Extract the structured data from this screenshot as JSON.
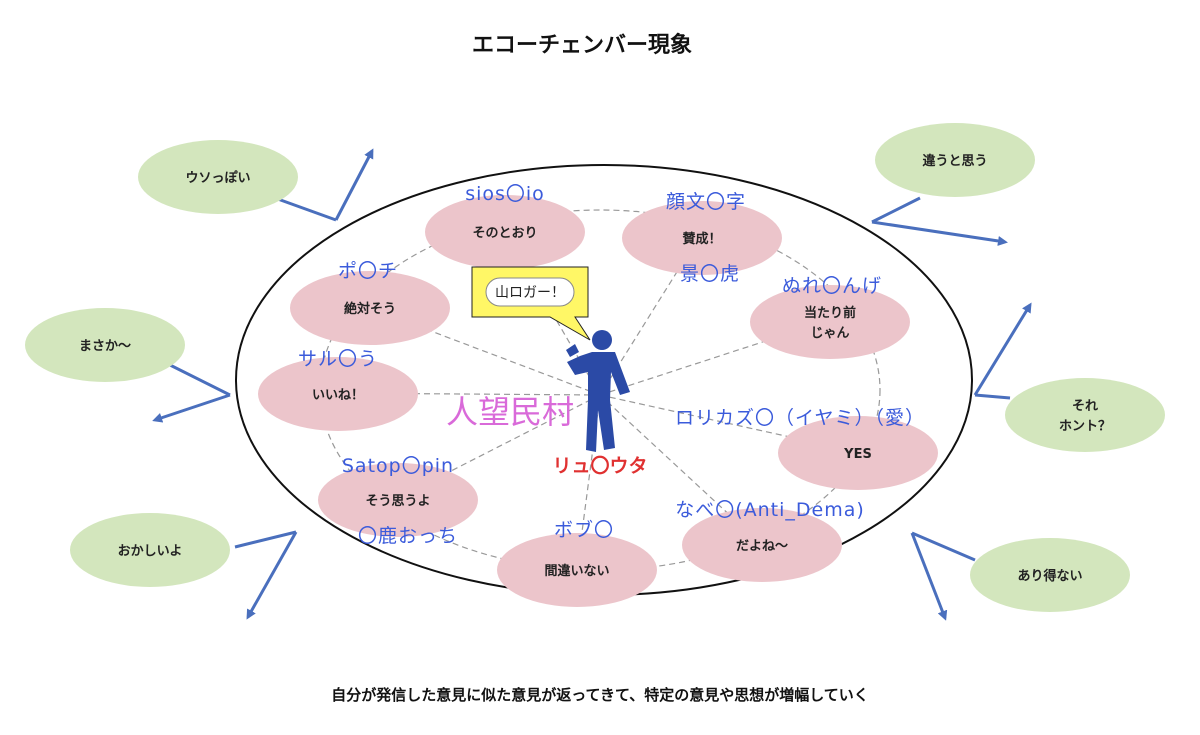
{
  "title": "エコーチェンバー現象",
  "caption": "自分が発信した意見に似た意見が返ってきて、特定の意見や思想が増幅していく",
  "center": {
    "community_label": "人望民村",
    "person_name": "リュ〇ウタ",
    "speech": "山ロガー！"
  },
  "inner_nodes": [
    {
      "user": "sios〇io",
      "text": "そのとおり"
    },
    {
      "user": "顔文〇字",
      "text": "賛成！"
    },
    {
      "user": "ぬれ〇んげ",
      "text": "当たり前\nじゃん"
    },
    {
      "user": "ポ〇チ",
      "text": "絶対そう"
    },
    {
      "user": "サル〇う",
      "text": "いいね！"
    },
    {
      "user": "ロリカズ〇（イヤミ）（愛）",
      "text": "YES"
    },
    {
      "user": "Satop〇pin",
      "text": "そう思うよ"
    },
    {
      "user": "ボブ〇",
      "text": "間違いない"
    },
    {
      "user": "なべ〇(Anti_Dema)",
      "text": "だよね〜"
    }
  ],
  "extra_users": [
    "景〇虎",
    "〇鹿おっち"
  ],
  "outer_nodes": [
    {
      "text": "ウソっぽい"
    },
    {
      "text": "違うと思う"
    },
    {
      "text": "まさか〜"
    },
    {
      "text": "それ\nホント？"
    },
    {
      "text": "おかしいよ"
    },
    {
      "text": "あり得ない"
    }
  ],
  "colors": {
    "pink": "#ecc5cb",
    "green": "#d3e6bd",
    "arrow": "#4a6fbd",
    "dash": "#999999",
    "bubble": "#fff766",
    "person": "#2b4aa6"
  }
}
